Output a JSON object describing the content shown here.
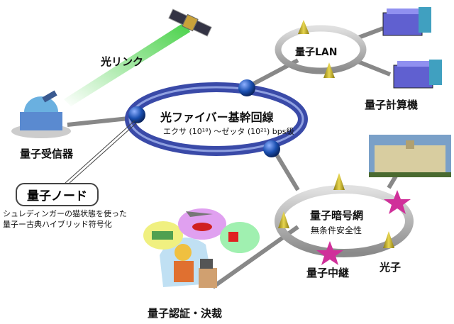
{
  "backbone": {
    "title": "光ファイバー基幹回線",
    "subtitle": "エクサ (10¹⁸) ～ゼッタ (10²¹) bps級"
  },
  "lan": {
    "label": "量子LAN"
  },
  "computer": {
    "label": "量子計算機"
  },
  "optical_link": {
    "label": "光リンク"
  },
  "receiver": {
    "label": "量子受信器"
  },
  "node": {
    "label": "量子ノード",
    "desc_line1": "シュレディンガーの猫状態を使った",
    "desc_line2": "量子ー古典ハイブリッド符号化"
  },
  "crypto": {
    "label": "量子暗号網",
    "sub": "無条件安全性"
  },
  "relay": {
    "label": "量子中継"
  },
  "photon": {
    "label": "光子"
  },
  "auth": {
    "label": "量子認証・決裁"
  },
  "colors": {
    "fiber": "#3a4aa8",
    "node_ball": "#1a4fb0",
    "star": "#d0309a",
    "cone": "#c8b42a",
    "link_beam": "#33cc33"
  }
}
